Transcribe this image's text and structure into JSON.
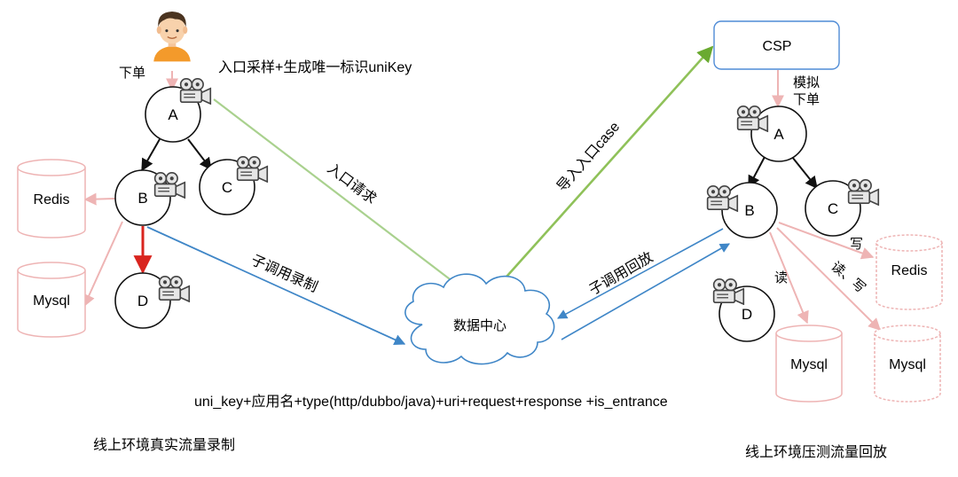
{
  "user": {
    "icon": "user-avatar-icon"
  },
  "labels": {
    "order": "下单",
    "entry_sampling": "入口采样+生成唯一标识uniKey",
    "entry_request": "入口请求",
    "sub_call_record": "子调用录制",
    "import_case": "导入入口case",
    "sub_call_replay": "子调用回放",
    "sim_order_1": "模拟",
    "sim_order_2": "下单",
    "read": "读",
    "write": "写",
    "read_write": "读、写",
    "record_fields": "uni_key+应用名+type(http/dubbo/java)+uri+request+response +is_entrance",
    "left_caption": "线上环境真实流量录制",
    "right_caption": "线上环境压测流量回放"
  },
  "nodes": {
    "left": {
      "a": "A",
      "b": "B",
      "c": "C",
      "d": "D"
    },
    "right": {
      "a": "A",
      "b": "B",
      "c": "C",
      "d": "D"
    },
    "csp": "CSP",
    "data_center": "数据中心"
  },
  "stores": {
    "left_redis": "Redis",
    "left_mysql": "Mysql",
    "right_redis": "Redis",
    "right_mysql_1": "Mysql",
    "right_mysql_2": "Mysql"
  },
  "icons": {
    "recorder": "camera-recorder-icon"
  },
  "colors": {
    "pink": "#eeb4b4",
    "blue": "#3f86c7",
    "green": "#8fc159",
    "green_dark": "#6aaa30",
    "red": "#d9241e",
    "black": "#111111",
    "csp_border": "#4f8bd6"
  }
}
